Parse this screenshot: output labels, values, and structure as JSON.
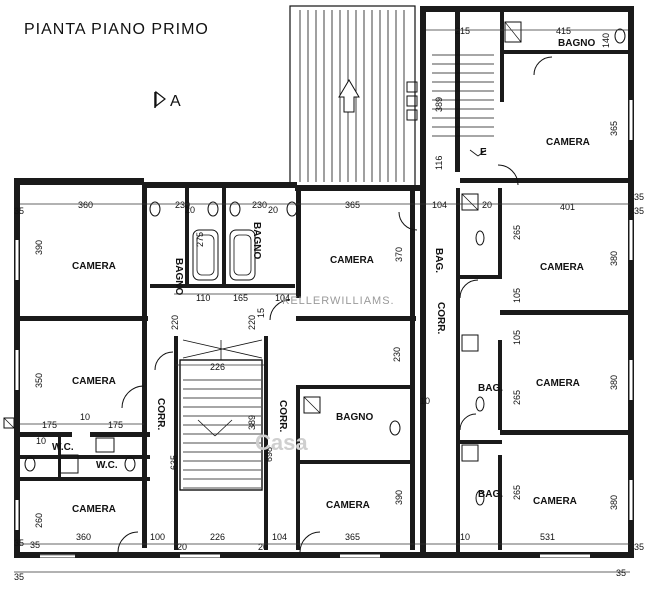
{
  "title": "PIANTA PIANO PRIMO",
  "section_marker": "A",
  "watermark_agency": "KELLERWILLIAMS.",
  "watermark_portal": "Casa",
  "rooms": [
    {
      "id": "camera-nw",
      "label": "CAMERA"
    },
    {
      "id": "camera-w",
      "label": "CAMERA"
    },
    {
      "id": "camera-sw",
      "label": "CAMERA"
    },
    {
      "id": "bagno-nw1",
      "label": "BAGNO"
    },
    {
      "id": "bagno-nw2",
      "label": "BAGNO"
    },
    {
      "id": "camera-n-center",
      "label": "CAMERA"
    },
    {
      "id": "wc-1",
      "label": "W.C."
    },
    {
      "id": "wc-2",
      "label": "W.C."
    },
    {
      "id": "corr-left",
      "label": "CORR."
    },
    {
      "id": "corr-center",
      "label": "CORR."
    },
    {
      "id": "bagno-center",
      "label": "BAGNO"
    },
    {
      "id": "camera-s-center",
      "label": "CAMERA"
    },
    {
      "id": "corr-right",
      "label": "CORR."
    },
    {
      "id": "bag-1",
      "label": "BAG."
    },
    {
      "id": "bagno-ne",
      "label": "BAGNO"
    },
    {
      "id": "camera-ne",
      "label": "CAMERA"
    },
    {
      "id": "camera-e1",
      "label": "CAMERA"
    },
    {
      "id": "camera-e2",
      "label": "CAMERA"
    },
    {
      "id": "camera-e3",
      "label": "CAMERA"
    },
    {
      "id": "bag-2",
      "label": "BAG."
    },
    {
      "id": "bag-3",
      "label": "BAG."
    },
    {
      "id": "stair-e",
      "label": "E"
    }
  ],
  "dimensions": [
    "35",
    "360",
    "230",
    "230",
    "365",
    "104",
    "401",
    "35",
    "390",
    "275",
    "370",
    "265",
    "380",
    "110",
    "165",
    "104",
    "220",
    "220",
    "226",
    "105",
    "105",
    "350",
    "230",
    "175",
    "10",
    "175",
    "265",
    "380",
    "635",
    "698",
    "389",
    "390",
    "265",
    "380",
    "260",
    "360",
    "100",
    "20",
    "226",
    "20",
    "104",
    "365",
    "10",
    "531",
    "35",
    "215",
    "415",
    "140",
    "389",
    "116",
    "365",
    "20",
    "35",
    "35",
    "15",
    "20",
    "20",
    "10",
    "10",
    "35",
    "35",
    "35"
  ]
}
